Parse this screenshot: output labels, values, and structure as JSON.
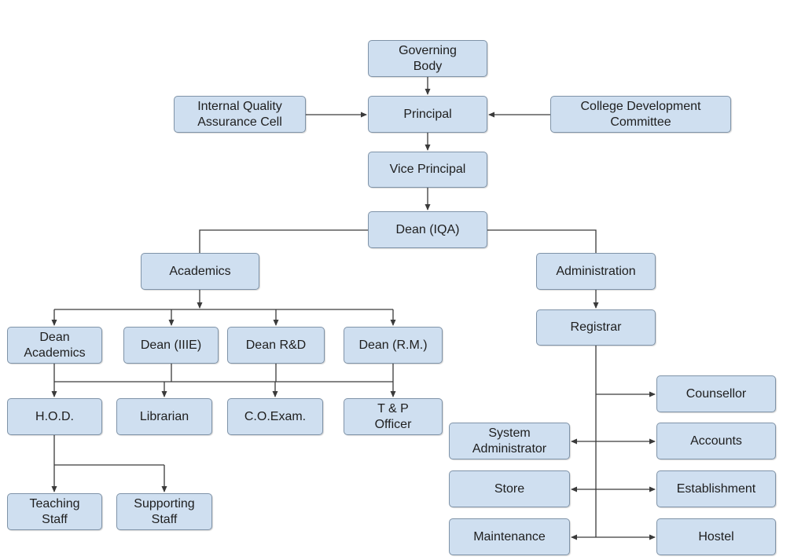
{
  "nodes": {
    "governing_body": "Governing\nBody",
    "iqac": "Internal Quality\nAssurance Cell",
    "principal": "Principal",
    "cdc": "College Development\nCommittee",
    "vice_principal": "Vice Principal",
    "dean_iqa": "Dean (IQA)",
    "academics": "Academics",
    "administration": "Administration",
    "dean_academics": "Dean\nAcademics",
    "dean_iiie": "Dean (IIIE)",
    "dean_rd": "Dean R&D",
    "dean_rm": "Dean (R.M.)",
    "registrar": "Registrar",
    "hod": "H.O.D.",
    "librarian": "Librarian",
    "co_exam": "C.O.Exam.",
    "tp_officer": "T & P\nOfficer",
    "counsellor": "Counsellor",
    "system_administrator": "System\nAdministrator",
    "accounts": "Accounts",
    "store": "Store",
    "establishment": "Establishment",
    "teaching_staff": "Teaching\nStaff",
    "supporting_staff": "Supporting\nStaff",
    "maintenance": "Maintenance",
    "hostel": "Hostel"
  },
  "colors": {
    "box_fill": "#cfdff0",
    "box_border": "#7f93a8",
    "line": "#3a3a3a"
  }
}
